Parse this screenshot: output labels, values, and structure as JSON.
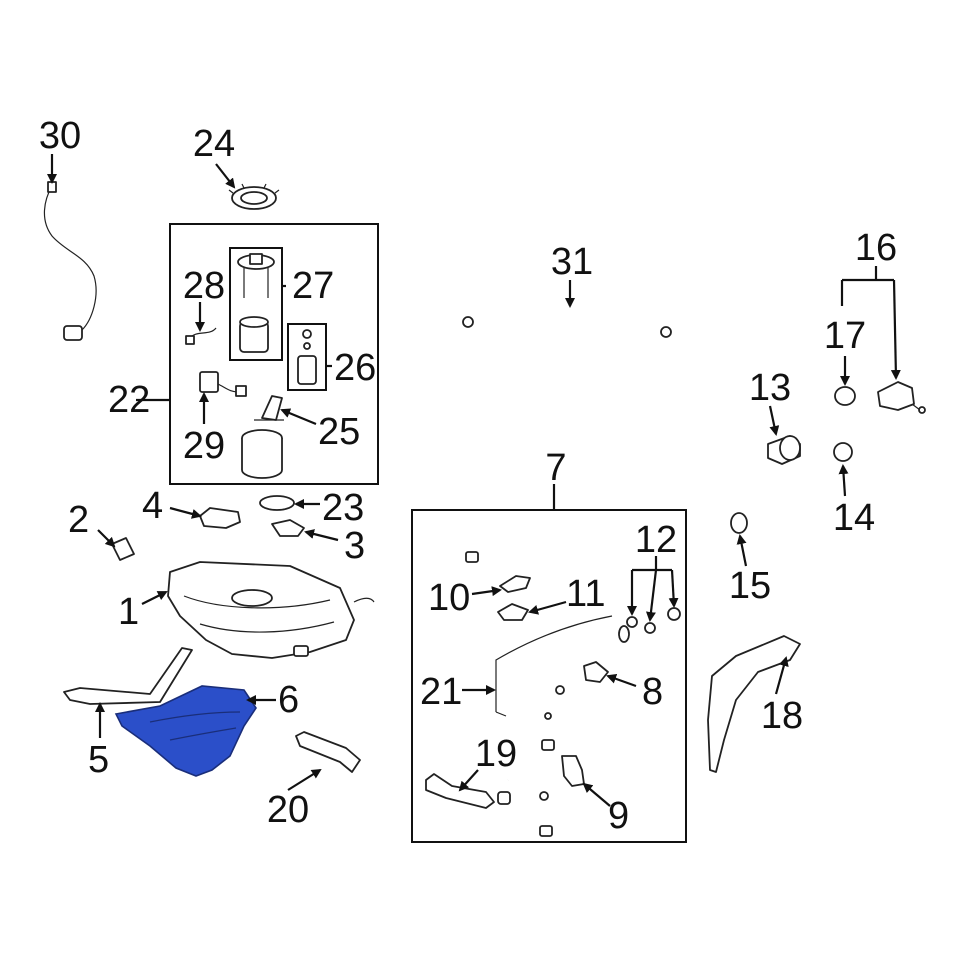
{
  "diagram": {
    "highlight_color": "#2b4fc9",
    "line_color": "#111111",
    "callouts": {
      "c1": "1",
      "c2": "2",
      "c3": "3",
      "c4": "4",
      "c5": "5",
      "c6": "6",
      "c7": "7",
      "c8": "8",
      "c9": "9",
      "c10": "10",
      "c11": "11",
      "c12": "12",
      "c13": "13",
      "c14": "14",
      "c15": "15",
      "c16": "16",
      "c17": "17",
      "c18": "18",
      "c19": "19",
      "c20": "20",
      "c21": "21",
      "c22": "22",
      "c23": "23",
      "c24": "24",
      "c25": "25",
      "c26": "26",
      "c27": "27",
      "c28": "28",
      "c29": "29",
      "c30": "30",
      "c31": "31"
    }
  }
}
